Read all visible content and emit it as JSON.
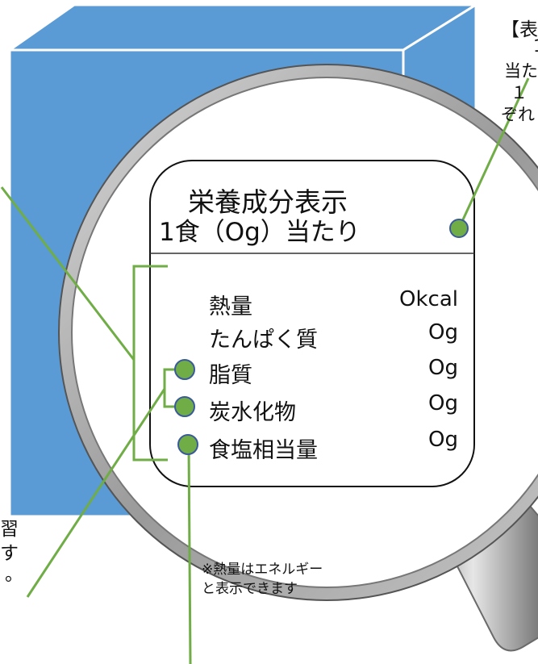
{
  "panel": {
    "title_line1": "栄養成分表示",
    "title_line2": "1食（Og）当たり"
  },
  "nutrients": [
    {
      "name": "熱量",
      "amount": "Okcal"
    },
    {
      "name": "たんぱく質",
      "amount": "Og"
    },
    {
      "name": "脂質",
      "amount": "Og"
    },
    {
      "name": "炭水化物",
      "amount": "Og"
    },
    {
      "name": "食塩相当量",
      "amount": "Og"
    }
  ],
  "note": {
    "line1": "※熱量はエネルギー",
    "line2": "と表示できます"
  },
  "cropped_text": {
    "top_right_line1": "【表",
    "top_right_line2": "1",
    "top_right_line3": "当た",
    "top_right_line4": "１",
    "top_right_line5": "ぞれ",
    "left_line1": "習",
    "left_line2": "す",
    "left_line3": "。"
  },
  "colors": {
    "box_face": "#5b9bd5",
    "box_top": "#5b9bd5",
    "box_side": "#5b9bd5",
    "box_edge": "#ffffff",
    "leader": "#70ad47",
    "dot_fill": "#70ad47",
    "dot_stroke": "#3a5a9a",
    "handle": "#b0b0b0"
  }
}
